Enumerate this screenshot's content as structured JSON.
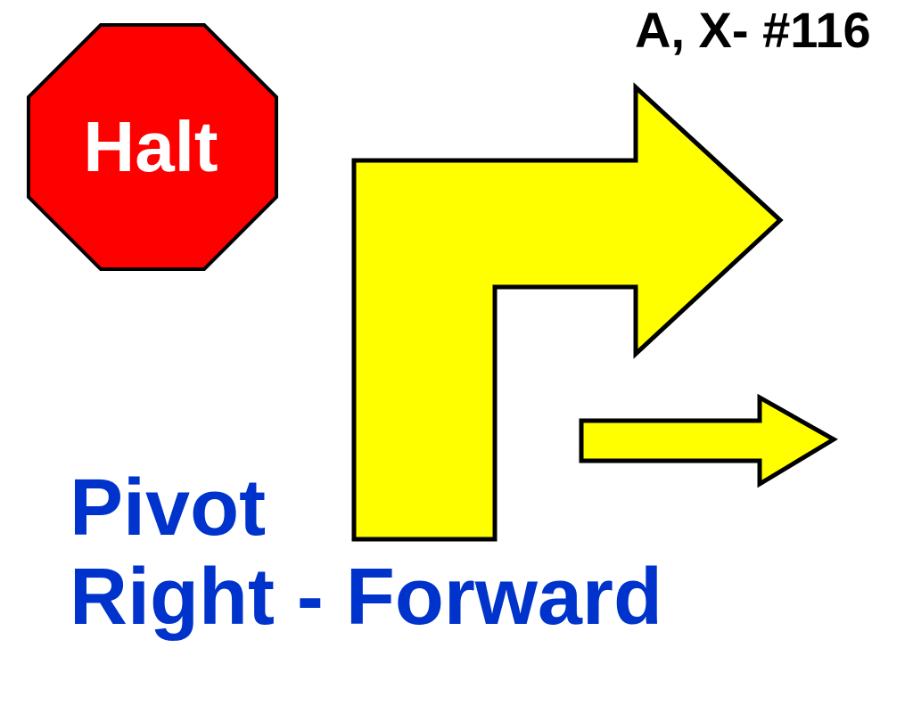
{
  "sign_id": "A, X- #116",
  "halt_sign": {
    "label": "Halt",
    "fill_color": "#ff0000",
    "text_color": "#ffffff"
  },
  "arrows": {
    "main_turn_arrow": {
      "icon": "pivot-right-arrow-icon",
      "fill_color": "#ffff00"
    },
    "forward_arrow": {
      "icon": "forward-arrow-icon",
      "fill_color": "#ffff00"
    }
  },
  "instruction": {
    "line1": "Pivot",
    "line2": "Right - Forward",
    "color": "#0033cc"
  }
}
